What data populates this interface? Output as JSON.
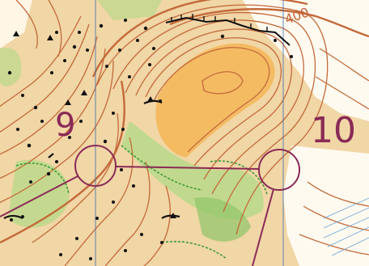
{
  "map": {
    "control_labels": {
      "control_9": "9",
      "control_10": "10"
    },
    "contour_label": "400",
    "colors": {
      "open_land": "#f1d6a6",
      "rough_open": "#f4b24c",
      "forest_white": "#ffffff",
      "green_slow": "#b9d98a",
      "green_dense": "#8fc46a",
      "contour": "#c46a3a",
      "course_overprint": "#8a2a55",
      "rock_black": "#111111",
      "magnetic_north_lines": "#3b6fb0",
      "water_blue": "#6aa6d6"
    }
  }
}
